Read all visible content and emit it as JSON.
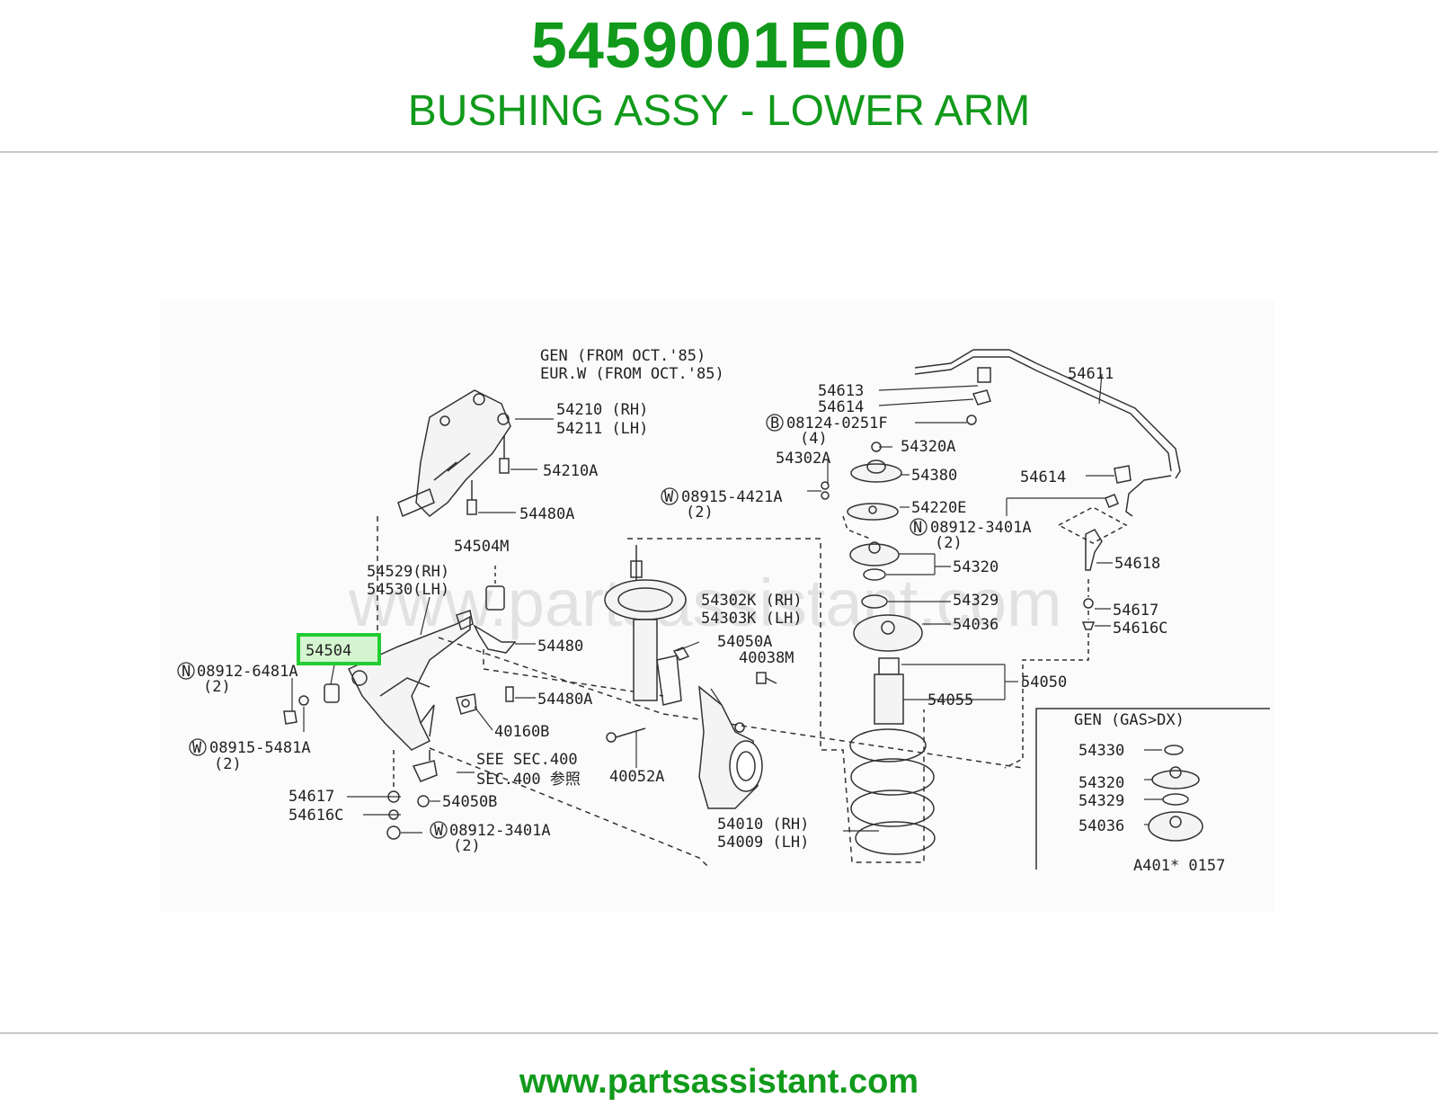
{
  "header": {
    "part_number": "5459001E00",
    "part_name": "BUSHING ASSY - LOWER ARM"
  },
  "footer": {
    "url": "www.partsassistant.com"
  },
  "watermark": "www.partsassistant.com",
  "highlight": {
    "part": "54504",
    "color": "#22cc33"
  },
  "colors": {
    "brand_green": "#119a1b",
    "divider": "#c8c8c8"
  },
  "diagram": {
    "note_1": "GEN (FROM OCT.'85)",
    "note_2": "EUR.W (FROM OCT.'85)",
    "inset_title": "GEN (GAS>DX)",
    "figure_code": "A401* 0157",
    "labels": {
      "l54210": "54210 (RH)",
      "l54211": "54211 (LH)",
      "l54210A": "54210A",
      "l54480A_top": "54480A",
      "l54504M": "54504M",
      "l54529": "54529(RH)",
      "l54530": "54530(LH)",
      "l54480": "54480",
      "l54480A_mid": "54480A",
      "n08912_6481A": "08912-6481A",
      "n08912_6481A_qty": "(2)",
      "w08915_5481A": "08915-5481A",
      "w08915_5481A_qty": "(2)",
      "l40160B": "40160B",
      "see_sec": "SEE SEC.400",
      "sec_ref": "SEC.400 参照",
      "l54617_left": "54617",
      "l54050B": "54050B",
      "l54616C_left": "54616C",
      "n08912_3401A_bottom": "08912-3401A",
      "n08912_3401A_bottom_qty": "(2)",
      "w08915_4421A": "08915-4421A",
      "w08915_4421A_qty": "(2)",
      "l54302K": "54302K (RH)",
      "l54303K": "54303K (LH)",
      "l54050A": "54050A",
      "l40038M": "40038M",
      "l40052A": "40052A",
      "l54010": "54010 (RH)",
      "l54009": "54009 (LH)",
      "l54613": "54613",
      "l54614_top": "54614",
      "b08124": "08124-0251F",
      "b08124_qty": "(4)",
      "l54302A": "54302A",
      "l54320A": "54320A",
      "l54380": "54380",
      "l54220E": "54220E",
      "l54320": "54320",
      "l54329": "54329",
      "l54036": "54036",
      "l54050": "54050",
      "l54055": "54055",
      "l54611": "54611",
      "l54614_right": "54614",
      "n08912_3401A_right": "08912-3401A",
      "n08912_3401A_right_qty": "(2)",
      "l54618": "54618",
      "l54617_right": "54617",
      "l54616C_right": "54616C",
      "inset_54330": "54330",
      "inset_54320": "54320",
      "inset_54329": "54329",
      "inset_54036": "54036",
      "circle_N": "N",
      "circle_W": "W",
      "circle_B": "B"
    }
  }
}
